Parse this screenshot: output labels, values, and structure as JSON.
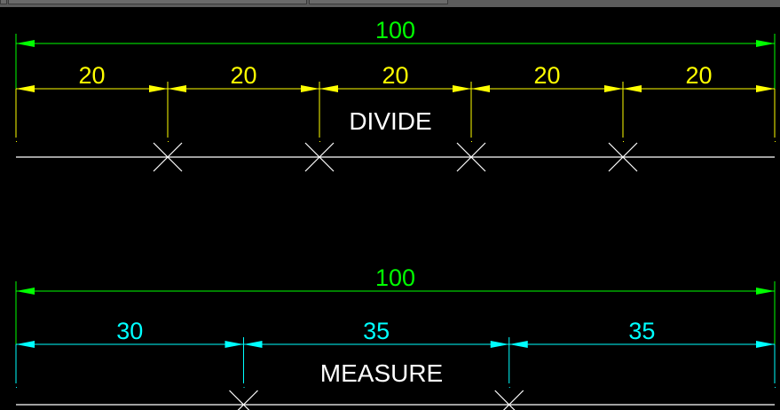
{
  "colors": {
    "background": "#000000",
    "overall_dim": "#00ff00",
    "divide_dim": "#ffff00",
    "measure_dim": "#00ffff",
    "geometry": "#ffffff",
    "toolbar": "#5c5c5c"
  },
  "divide": {
    "title": "DIVIDE",
    "overall_label": "100",
    "total_length": 100,
    "segments": [
      {
        "label": "20",
        "value": 20
      },
      {
        "label": "20",
        "value": 20
      },
      {
        "label": "20",
        "value": 20
      },
      {
        "label": "20",
        "value": 20
      },
      {
        "label": "20",
        "value": 20
      }
    ]
  },
  "measure": {
    "title": "MEASURE",
    "overall_label": "100",
    "total_length": 100,
    "segments": [
      {
        "label": "30",
        "value": 30
      },
      {
        "label": "35",
        "value": 35
      },
      {
        "label": "35",
        "value": 35
      }
    ]
  }
}
